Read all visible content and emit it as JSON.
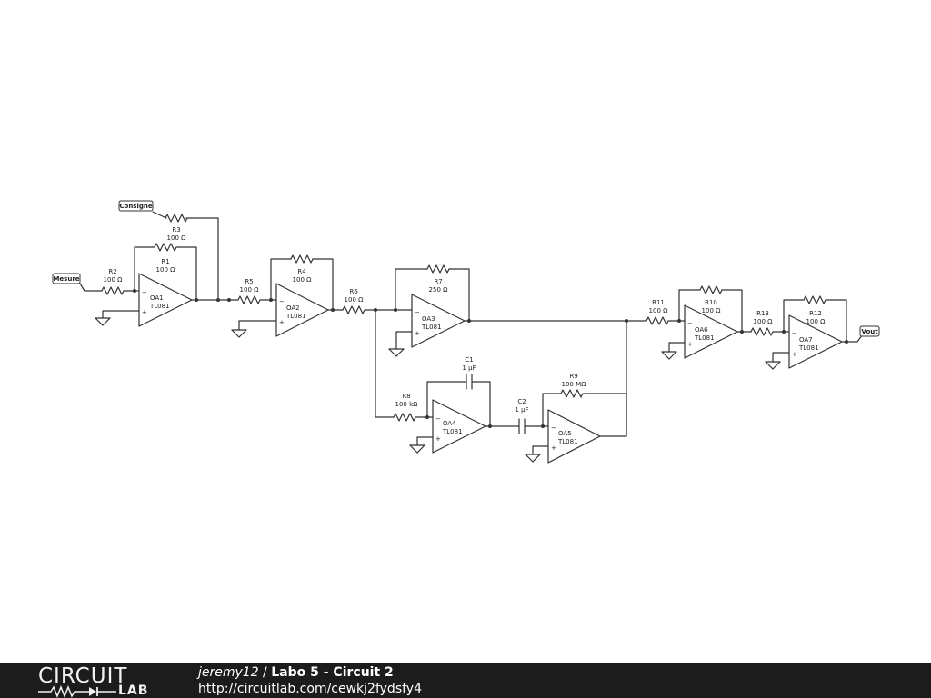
{
  "footer": {
    "logo_top": "CIRCUIT",
    "logo_bottom": "LAB",
    "author": "jeremy12",
    "separator": " / ",
    "title": "Labo 5 - Circuit 2",
    "url": "http://circuitlab.com/cewkj2fydsfy4"
  },
  "schematic": {
    "inputs": {
      "consigne": "Consigne",
      "mesure": "Mesure"
    },
    "output": "Vout",
    "opamps": [
      {
        "name": "OA1",
        "model": "TL081"
      },
      {
        "name": "OA2",
        "model": "TL081"
      },
      {
        "name": "OA3",
        "model": "TL081"
      },
      {
        "name": "OA4",
        "model": "TL081"
      },
      {
        "name": "OA5",
        "model": "TL081"
      },
      {
        "name": "OA6",
        "model": "TL081"
      },
      {
        "name": "OA7",
        "model": "TL081"
      }
    ],
    "resistors": [
      {
        "name": "R1",
        "value": "100 Ω"
      },
      {
        "name": "R2",
        "value": "100 Ω"
      },
      {
        "name": "R3",
        "value": "100 Ω"
      },
      {
        "name": "R4",
        "value": "100 Ω"
      },
      {
        "name": "R5",
        "value": "100 Ω"
      },
      {
        "name": "R6",
        "value": "100 Ω"
      },
      {
        "name": "R7",
        "value": "250 Ω"
      },
      {
        "name": "R8",
        "value": "100 kΩ"
      },
      {
        "name": "R9",
        "value": "100 MΩ"
      },
      {
        "name": "R10",
        "value": "100 Ω"
      },
      {
        "name": "R11",
        "value": "100 Ω"
      },
      {
        "name": "R12",
        "value": "100 Ω"
      },
      {
        "name": "R13",
        "value": "100 Ω"
      }
    ],
    "capacitors": [
      {
        "name": "C1",
        "value": "1 µF"
      },
      {
        "name": "C2",
        "value": "1 µF"
      }
    ]
  }
}
